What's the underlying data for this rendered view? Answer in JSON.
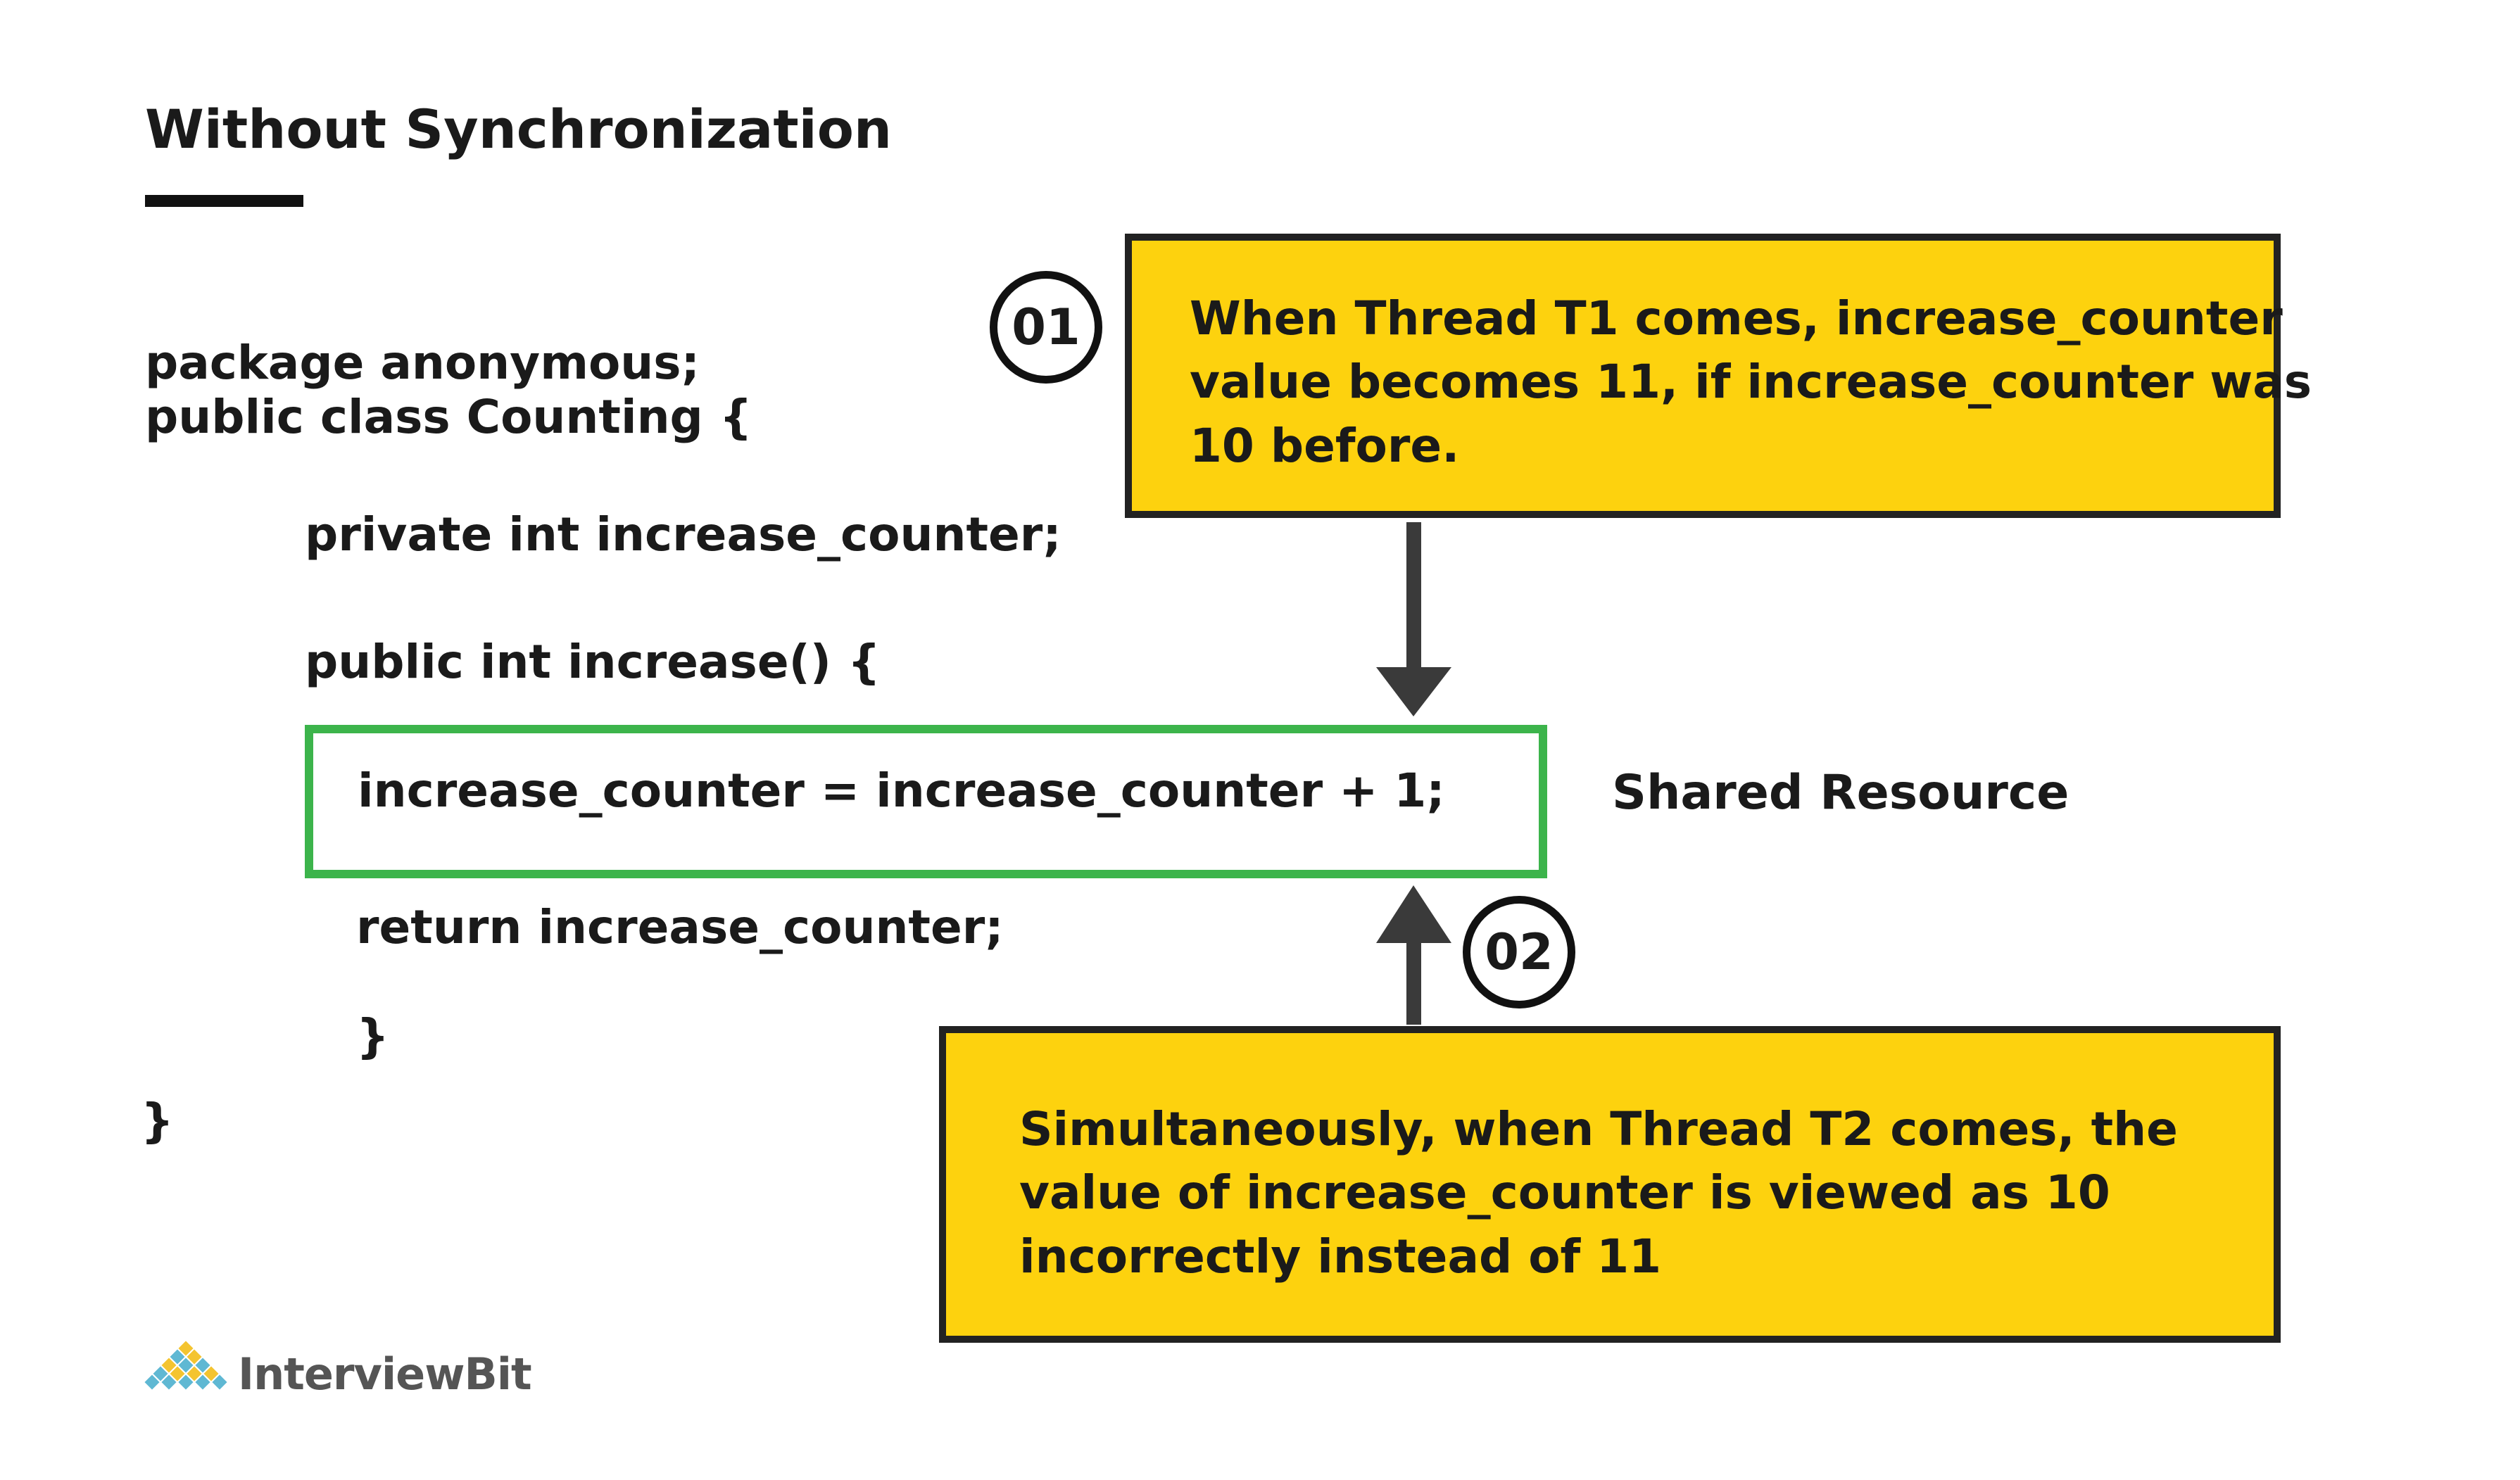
{
  "title": "Without Synchronization",
  "code": {
    "lines": [
      "package anonymous;",
      "public class Counting {",
      "private int increase_counter;",
      "public int increase() {",
      "increase_counter = increase_counter + 1;",
      "return increase_counter;",
      "}",
      "}"
    ]
  },
  "shared_label": "Shared Resource",
  "callouts": [
    {
      "badge": "01",
      "lines": [
        "When Thread T1 comes, increase_counter",
        "value becomes 11, if increase_counter was",
        "10 before."
      ]
    },
    {
      "badge": "02",
      "lines": [
        "Simultaneously, when Thread T2 comes, the",
        "value of increase_counter is viewed as 10",
        "incorrectly instead of 11"
      ]
    }
  ],
  "logo": {
    "text": "InterviewBit"
  },
  "colors": {
    "callout_fill": "#fdd20e",
    "shared_border": "#3cb44b",
    "arrow": "#3a3a3a",
    "logo_diamond_blue": "#5fb8d3",
    "logo_diamond_yellow": "#f4c430"
  }
}
